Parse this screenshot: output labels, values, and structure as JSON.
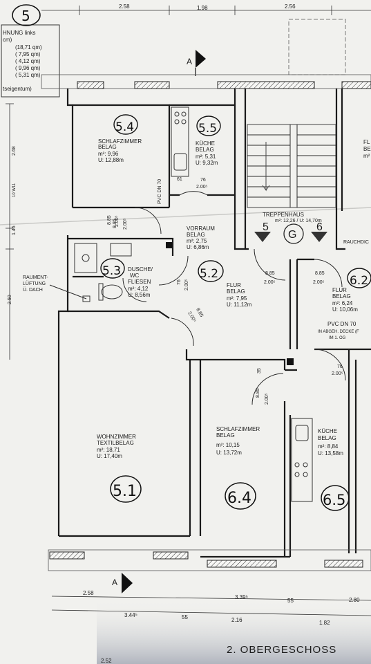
{
  "legend": {
    "unit_number": "5",
    "line1": "HNUNG links",
    "line2": "cm)",
    "areas": [
      "(18,71 qm)",
      "( 7,95 qm)",
      "( 4,12 qm)",
      "( 9,96 qm)",
      "( 5,31 qm)"
    ],
    "ownership": "tseigentum)"
  },
  "dimensions": {
    "top": [
      "2.58",
      "1.98",
      "2.56"
    ],
    "bottom_row1": [
      "2.58",
      "3.39⁵",
      "55",
      "2.80"
    ],
    "bottom_row2": [
      "3.44⁵",
      "55",
      "2.16",
      "1.82"
    ],
    "bottom_partial": "2.52",
    "left_vertical": [
      "2.68",
      "1.45",
      "2.50"
    ],
    "wall_label": "10 W11"
  },
  "section_marks": {
    "top": "A",
    "bottom": "A"
  },
  "rooms": {
    "schlafzimmer_54": {
      "num": "5.4",
      "name": "SCHLAFZIMMER",
      "belag": "BELAG",
      "area": "m²: 9,96",
      "u": "U:   12,88m"
    },
    "kueche_55": {
      "num": "5.5",
      "name": "KÜCHE",
      "belag": "BELAG",
      "area": "m²: 5,31",
      "u": "U:   9,32m"
    },
    "vorraum": {
      "name": "VORRAUM",
      "belag": "BELAG",
      "area": "m²: 2,75",
      "u": "U:   6,86m"
    },
    "dusche_53": {
      "num": "5.3",
      "name": "DUSCHE/",
      "name2": "WC",
      "belag": "FLIESEN",
      "area": "m²: 4,12",
      "u": "U:   8,56m"
    },
    "flur_52": {
      "num": "5.2",
      "name": "FLUR",
      "belag": "BELAG",
      "area": "m²: 7,95",
      "u": "U:   11,12m"
    },
    "wohnzimmer_51": {
      "num": "5.1",
      "name": "WOHNZIMMER",
      "belag": "TEXTILBELAG",
      "area": "m²: 18,71",
      "u": "U:   17,40m"
    },
    "treppenhaus": {
      "name": "TREPPENHAUS",
      "area": "m²: 12,26 / U: 14,70m",
      "left": "5",
      "center": "G",
      "right": "6"
    },
    "flur_62": {
      "num": "6.2",
      "name": "FLUR",
      "belag": "BELAG",
      "area": "m²: 6,24",
      "u": "U:   10,06m"
    },
    "schlafzimmer_64": {
      "num": "6.4",
      "name": "SCHLAFZIMMER",
      "belag": "BELAG",
      "area": "m²: 10,15",
      "u": "U:   13,72m"
    },
    "kueche_65": {
      "num": "6.5",
      "name": "KÜCHE",
      "belag": "BELAG",
      "area": "m²: 8,84",
      "u": "U:   13,58m"
    },
    "right_edge_top": {
      "name": "FL",
      "belag": "BE",
      "area": "m²"
    }
  },
  "annotations": {
    "pvc_left": "PVC DN 70",
    "pvc_right": "PVC DN 70",
    "abgeh1": "IN ABGEH. DECKE (F",
    "abgeh2": "IM 1. OG",
    "raeumentlueftung1": "RAUMENT-",
    "raeumentlueftung2": "LÜFTUNG",
    "raeumentlueftung3": "Ü. DACH",
    "rauchdichte": "RAUCHDIC"
  },
  "door_dims": {
    "d1": "8.85",
    "d1b": "2.00⁵",
    "d2": "76",
    "d2b": "2.00⁵",
    "d3": "8.85",
    "d3b": "2.00⁵",
    "d4": "76",
    "d4b": "2.00⁵",
    "d5": "8.85",
    "d5b": "2.00⁵",
    "d6": "8.85",
    "d6b": "2.00⁵",
    "d7": "8.85",
    "d7b": "2.00⁵",
    "d8": "76",
    "d8b": "2.00⁵",
    "d9": "35",
    "d10": "8.85",
    "d10b": "2.00⁵",
    "d11": "76",
    "d12": "61"
  },
  "floor_title": "2. OBERGESCHOSS"
}
